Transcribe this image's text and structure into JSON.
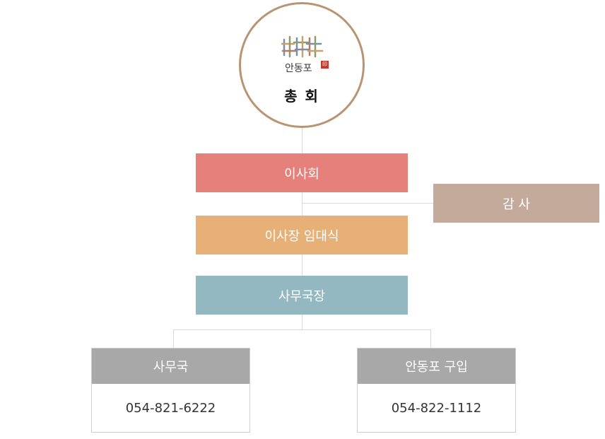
{
  "assembly": {
    "label": "총 회",
    "logo_text": "안동포",
    "logo_seal": "印"
  },
  "board": {
    "label": "이사회",
    "color": "#e6807b"
  },
  "auditor": {
    "label": "감 사",
    "color": "#c4aa9b"
  },
  "officers": {
    "label": "이사장 임대식",
    "color": "#e6b077"
  },
  "secretary_general": {
    "label": "사무국장",
    "color": "#93b8c2"
  },
  "departments": [
    {
      "name": "사무국",
      "phone": "054-821-6222"
    },
    {
      "name": "안동포 구입",
      "phone": "054-822-1112"
    }
  ],
  "colors": {
    "line": "#d9d9d9",
    "circle_border": "#b89472",
    "card_header": "#a8a8a8"
  }
}
